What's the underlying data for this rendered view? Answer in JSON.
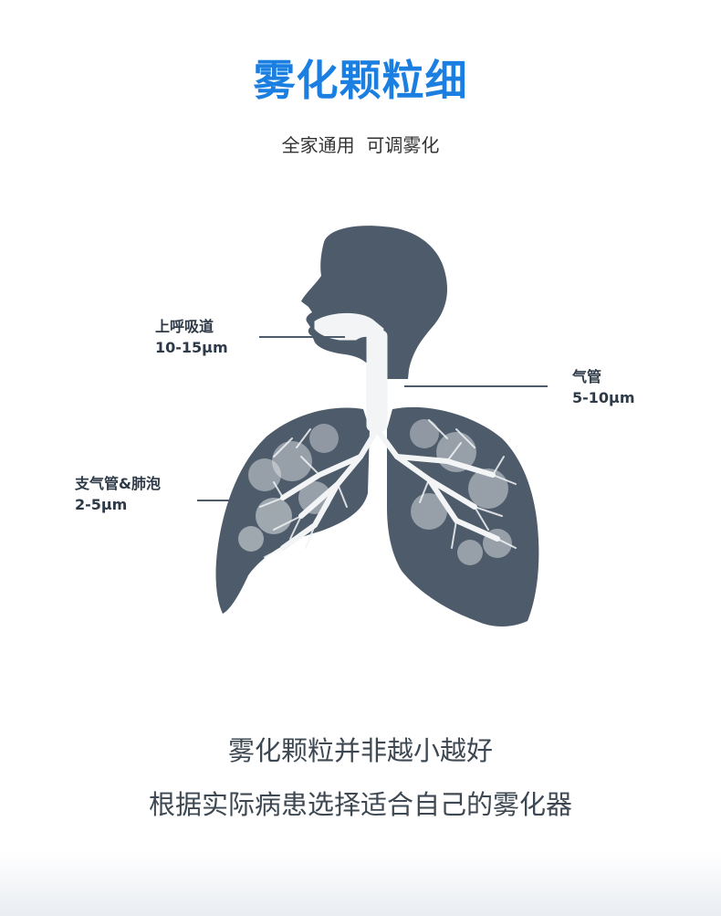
{
  "header": {
    "title": "雾化颗粒细",
    "subtitle": "全家通用  可调雾化"
  },
  "diagram": {
    "labels": [
      {
        "name": "上呼吸道",
        "size": "10-15μm"
      },
      {
        "name": "气管",
        "size": "5-10μm"
      },
      {
        "name": "支气管&肺泡",
        "size": "2-5μm"
      }
    ]
  },
  "footer": {
    "line1": "雾化颗粒并非越小越好",
    "line2": "根据实际病患选择适合自己的雾化器"
  },
  "colors": {
    "title": "#1a7fe0",
    "subtitle": "#333333",
    "figure": "#4d5b6a",
    "label": "#2e3a47",
    "caption": "#3e4852"
  }
}
